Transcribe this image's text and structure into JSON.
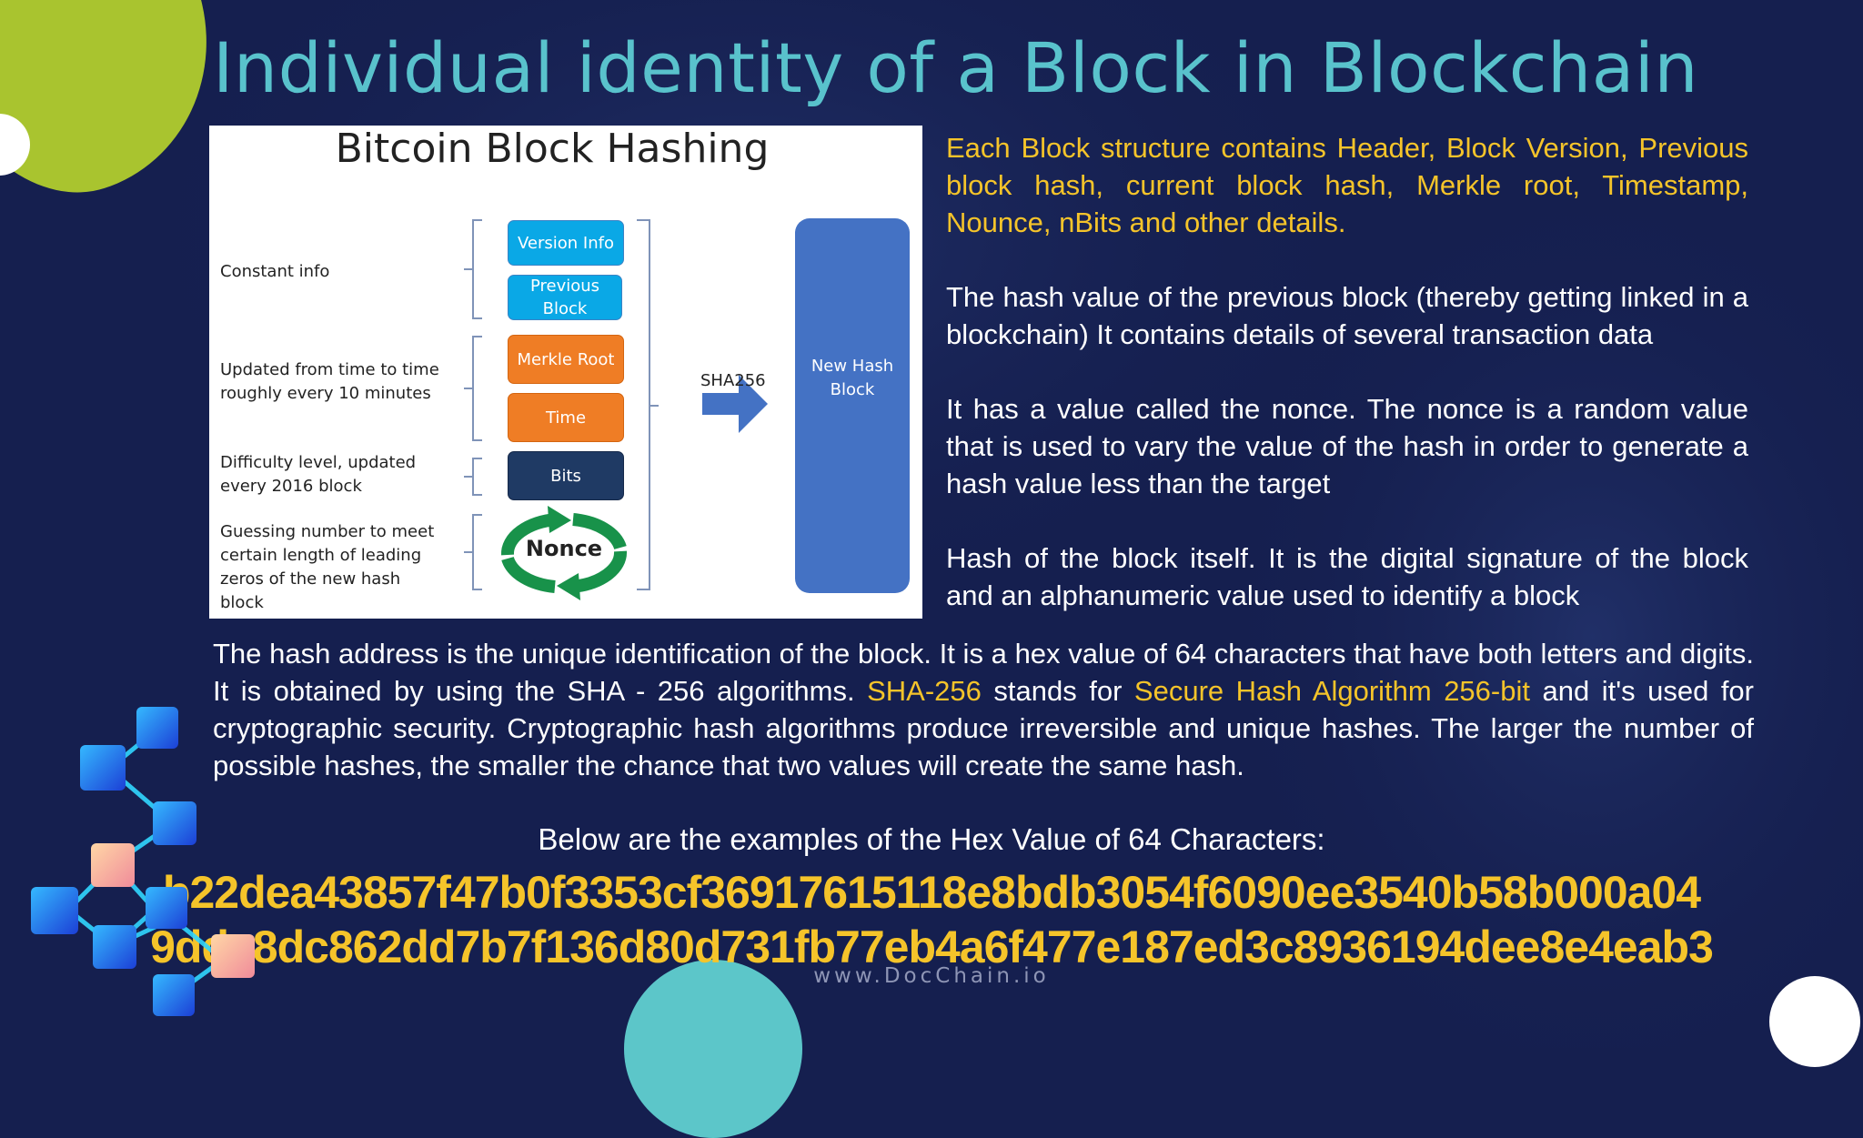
{
  "title": "Individual identity of a Block in Blockchain",
  "diagram": {
    "title": "Bitcoin Block Hashing",
    "labels": {
      "constant": "Constant info",
      "updated": "Updated from time to time roughly every 10 minutes",
      "difficulty": "Difficulty level, updated every 2016 block",
      "guessing": "Guessing number to meet certain length of leading zeros of the new hash block"
    },
    "blocks": {
      "version": "Version Info",
      "previous": "Previous Block",
      "merkle": "Merkle Root",
      "time": "Time",
      "bits": "Bits",
      "nonce": "Nonce"
    },
    "sha_label": "SHA256",
    "new_hash": "New Hash Block"
  },
  "side_paragraphs": {
    "p1": "Each Block structure contains Header, Block Version, Previous block hash, current block hash, Merkle root, Timestamp, Nounce, nBits and other details.",
    "p2": "The hash value of the previous block (thereby getting linked in a blockchain) It contains details of several transaction data",
    "p3": "It has a value called the nonce. The nonce is a random value that is used to vary the value of the hash in order to generate a hash value less than the target",
    "p4": "Hash of the block itself. It is the digital signature of the block and an alphanumeric value used to identify a block"
  },
  "full_paragraph": {
    "part1": "The hash address is the unique identification of the block. It is a hex value of 64 characters that have both letters and digits. It is obtained by using the SHA - 256 algorithms. ",
    "sha_term": "SHA-256",
    "part2": " stands for ",
    "sha_full": "Secure Hash Algorithm 256-bit",
    "part3": " and it's used for cryptographic security. Cryptographic hash algorithms produce irreversible and unique hashes. The larger the number of possible hashes, the smaller the chance that two values will create the same hash."
  },
  "examples_heading": "Below are the examples of the Hex Value of 64 Characters:",
  "hex_examples": [
    "b22dea43857f47b0f3353cf36917615118e8bdb3054f6090ee3540b58b000a04",
    "9dde8dc862dd7b7f136d80d731fb77eb4a6f477e187ed3c8936194dee8e4eab3"
  ],
  "watermark": "www.DocChain.io",
  "colors": {
    "background": "#151f4f",
    "title": "#59c2cc",
    "highlight": "#f5c42a",
    "accent_green": "#a9c42f",
    "accent_teal": "#5cc6c9"
  }
}
